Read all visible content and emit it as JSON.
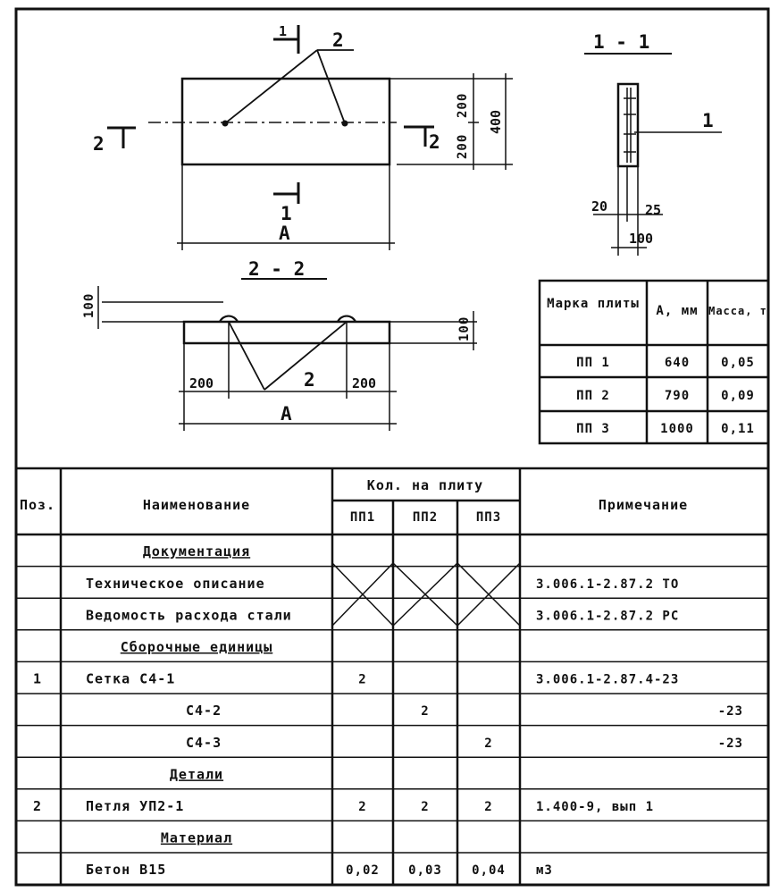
{
  "drawing": {
    "plan": {
      "section_mark_top": "1",
      "section_mark_bottom": "1",
      "section_mark_left": "2",
      "section_mark_right": "2",
      "leader_label": "2",
      "dim_upper": "200",
      "dim_lower": "200",
      "dim_total": "400",
      "length_label": "A"
    },
    "section_1_1": {
      "title": "1 - 1",
      "leader_label": "1",
      "dim_left": "20",
      "dim_right": "25",
      "dim_total": "100"
    },
    "section_2_2": {
      "title": "2 - 2",
      "dim_left_height": "100",
      "dim_right_height": "100",
      "dim_left_offset": "200",
      "dim_right_offset": "200",
      "leader_label": "2",
      "length_label": "A"
    }
  },
  "mark_table": {
    "headers": [
      "Марка плиты",
      "А, мм",
      "Масса, т"
    ],
    "rows": [
      [
        "ПП 1",
        "640",
        "0,05"
      ],
      [
        "ПП 2",
        "790",
        "0,09"
      ],
      [
        "ПП 3",
        "1000",
        "0,11"
      ]
    ]
  },
  "spec_table": {
    "header": {
      "pos": "Поз.",
      "name": "Наименование",
      "qty_group": "Кол. на плиту",
      "qty_cols": [
        "ПП1",
        "ПП2",
        "ПП3"
      ],
      "note": "Примечание"
    },
    "rows": [
      {
        "pos": "",
        "name": "Документация",
        "q1": "",
        "q2": "",
        "q3": "",
        "note": ""
      },
      {
        "pos": "",
        "name": "Техническое описание",
        "q1": "",
        "q2": "",
        "q3": "",
        "note": "3.006.1-2.87.2 ТО"
      },
      {
        "pos": "",
        "name": "Ведомость расхода стали",
        "q1": "",
        "q2": "",
        "q3": "",
        "note": "3.006.1-2.87.2 РС"
      },
      {
        "pos": "",
        "name": "Сборочные единицы",
        "q1": "",
        "q2": "",
        "q3": "",
        "note": ""
      },
      {
        "pos": "1",
        "name": "Сетка С4-1",
        "q1": "2",
        "q2": "",
        "q3": "",
        "note": "3.006.1-2.87.4-23"
      },
      {
        "pos": "",
        "name": "С4-2",
        "q1": "",
        "q2": "2",
        "q3": "",
        "note": "-23"
      },
      {
        "pos": "",
        "name": "С4-3",
        "q1": "",
        "q2": "",
        "q3": "2",
        "note": "-23"
      },
      {
        "pos": "",
        "name": "Детали",
        "q1": "",
        "q2": "",
        "q3": "",
        "note": ""
      },
      {
        "pos": "2",
        "name": "Петля УП2-1",
        "q1": "2",
        "q2": "2",
        "q3": "2",
        "note": "1.400-9, вып 1"
      },
      {
        "pos": "",
        "name": "Материал",
        "q1": "",
        "q2": "",
        "q3": "",
        "note": ""
      },
      {
        "pos": "",
        "name": "Бетон В15",
        "q1": "0,02",
        "q2": "0,03",
        "q3": "0,04",
        "note": "м3"
      }
    ]
  }
}
